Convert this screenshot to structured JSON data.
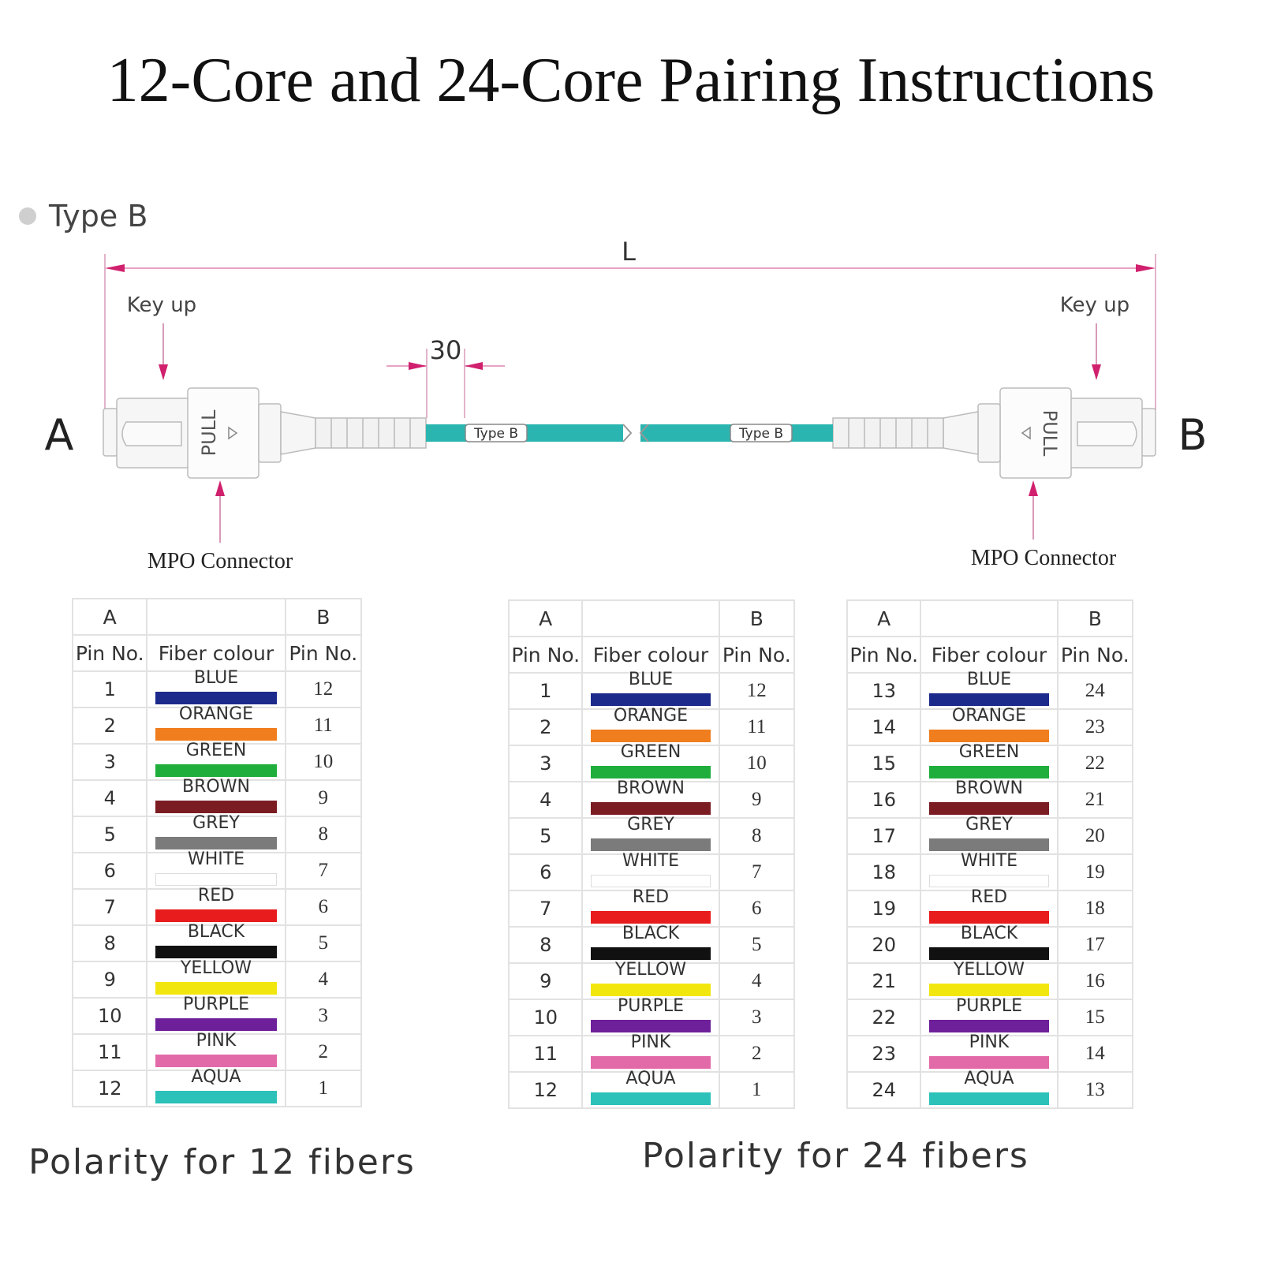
{
  "title": "12-Core and 24-Core Pairing Instructions",
  "type_label": "Type B",
  "diagram": {
    "length_label": "L",
    "key_up_left": "Key up",
    "key_up_right": "Key up",
    "dimension_label": "30",
    "end_a": "A",
    "end_b": "B",
    "pull_label": "PULL",
    "cable_tag_left": "Type B",
    "cable_tag_right": "Type B",
    "connector_left": "MPO Connector",
    "connector_right": "MPO Connector",
    "cable_color": "#2bb5b0",
    "arrow_color": "#d0206e"
  },
  "headers": {
    "a": "A",
    "b": "B",
    "pin": "Pin No.",
    "fiber": "Fiber colour"
  },
  "colors": [
    {
      "name": "BLUE",
      "hex": "#1c2a8c"
    },
    {
      "name": "ORANGE",
      "hex": "#f07d1e"
    },
    {
      "name": "GREEN",
      "hex": "#1fae3c"
    },
    {
      "name": "BROWN",
      "hex": "#7a1c22"
    },
    {
      "name": "GREY",
      "hex": "#7b7b7b"
    },
    {
      "name": "WHITE",
      "hex": "#ffffff"
    },
    {
      "name": "RED",
      "hex": "#e81c1c"
    },
    {
      "name": "BLACK",
      "hex": "#111111"
    },
    {
      "name": "YELLOW",
      "hex": "#f2e60f"
    },
    {
      "name": "PURPLE",
      "hex": "#6e1f9a"
    },
    {
      "name": "PINK",
      "hex": "#e36aa9"
    },
    {
      "name": "AQUA",
      "hex": "#2cc1b9"
    }
  ],
  "tables": [
    {
      "a_pins": [
        "1",
        "2",
        "3",
        "4",
        "5",
        "6",
        "7",
        "8",
        "9",
        "10",
        "11",
        "12"
      ],
      "b_pins": [
        "12",
        "11",
        "10",
        "9",
        "8",
        "7",
        "6",
        "5",
        "4",
        "3",
        "2",
        "1"
      ]
    },
    {
      "a_pins": [
        "1",
        "2",
        "3",
        "4",
        "5",
        "6",
        "7",
        "8",
        "9",
        "10",
        "11",
        "12"
      ],
      "b_pins": [
        "12",
        "11",
        "10",
        "9",
        "8",
        "7",
        "6",
        "5",
        "4",
        "3",
        "2",
        "1"
      ]
    },
    {
      "a_pins": [
        "13",
        "14",
        "15",
        "16",
        "17",
        "18",
        "19",
        "20",
        "21",
        "22",
        "23",
        "24"
      ],
      "b_pins": [
        "24",
        "23",
        "22",
        "21",
        "20",
        "19",
        "18",
        "17",
        "16",
        "15",
        "14",
        "13"
      ]
    }
  ],
  "captions": {
    "left": "Polarity for 12 fibers",
    "right": "Polarity for 24 fibers"
  }
}
